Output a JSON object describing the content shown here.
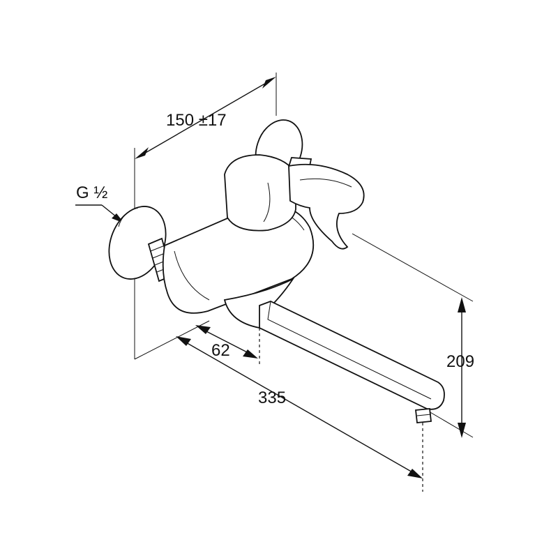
{
  "dimensions": {
    "width_label": "150 ±17",
    "connection_label": "G ½",
    "offset_label": "62",
    "projection_label": "335",
    "height_label": "209"
  },
  "colors": {
    "line": "#111111",
    "background": "#ffffff"
  }
}
